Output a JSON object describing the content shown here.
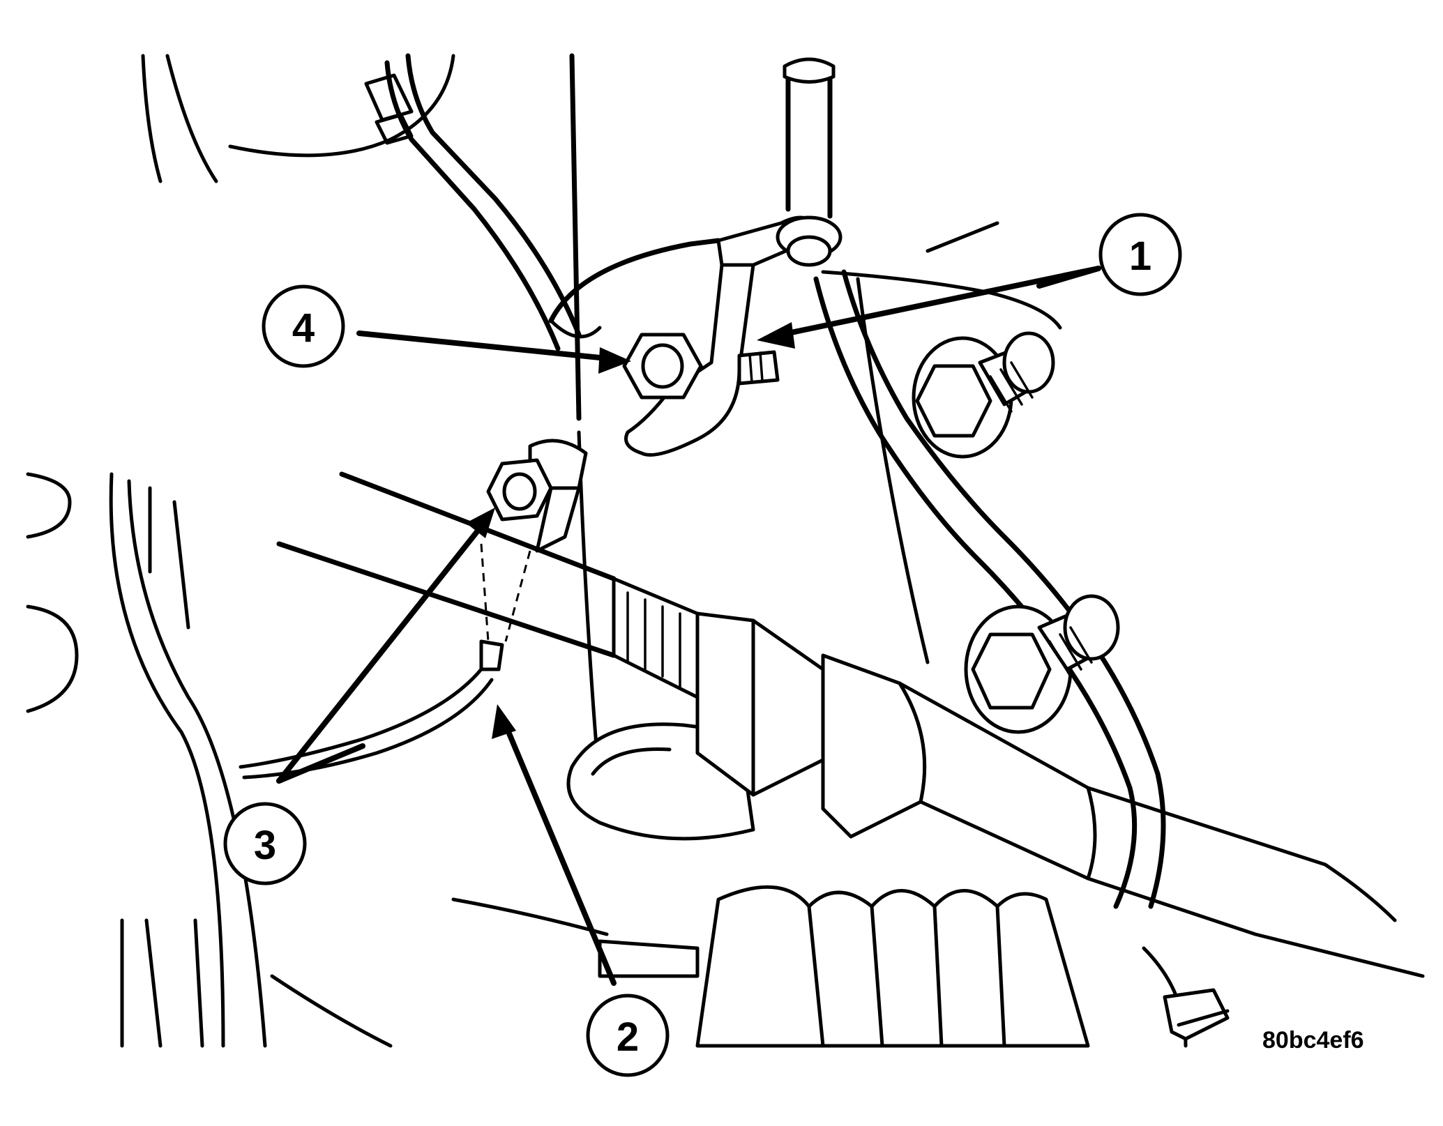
{
  "callouts": [
    {
      "id": "1",
      "label": "1"
    },
    {
      "id": "2",
      "label": "2"
    },
    {
      "id": "3",
      "label": "3"
    },
    {
      "id": "4",
      "label": "4"
    }
  ],
  "reference_code": "80bc4ef6"
}
